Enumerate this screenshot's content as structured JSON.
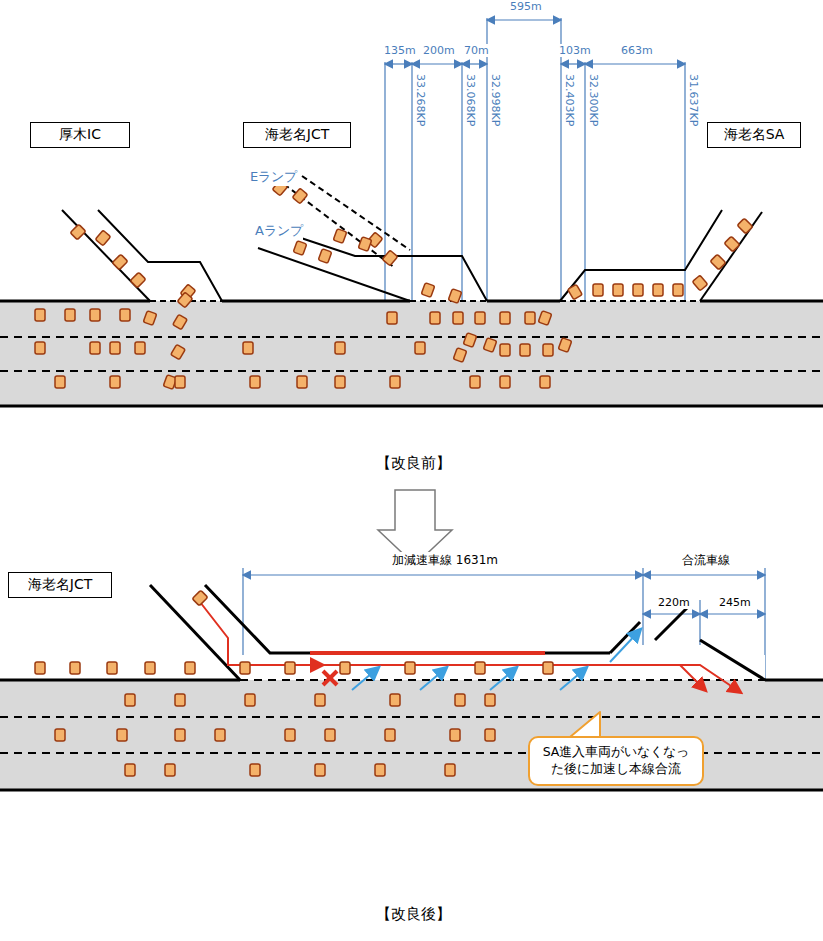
{
  "diagram": {
    "nodes": [
      {
        "text": [
          "厚木IC"
        ]
      },
      {
        "text": [
          "海老名JCT"
        ]
      },
      {
        "text": [
          "海老名SA"
        ]
      },
      {
        "text": [
          "海老名JCT"
        ]
      },
      {
        "text": [
          "SA進入車両がいなくなった後に加速し本線合流"
        ]
      }
    ],
    "labels": [
      "Eランプ",
      "Aランプ",
      "135m",
      "200m",
      "70m",
      "595m",
      "103m",
      "663m",
      "33.268KP",
      "33.068KP",
      "32.998KP",
      "32.403KP",
      "32.300KP",
      "31.637KP",
      "【改良前】",
      "加減速車線 1631m",
      "合流車線",
      "220m",
      "245m",
      "【改良後】"
    ]
  }
}
